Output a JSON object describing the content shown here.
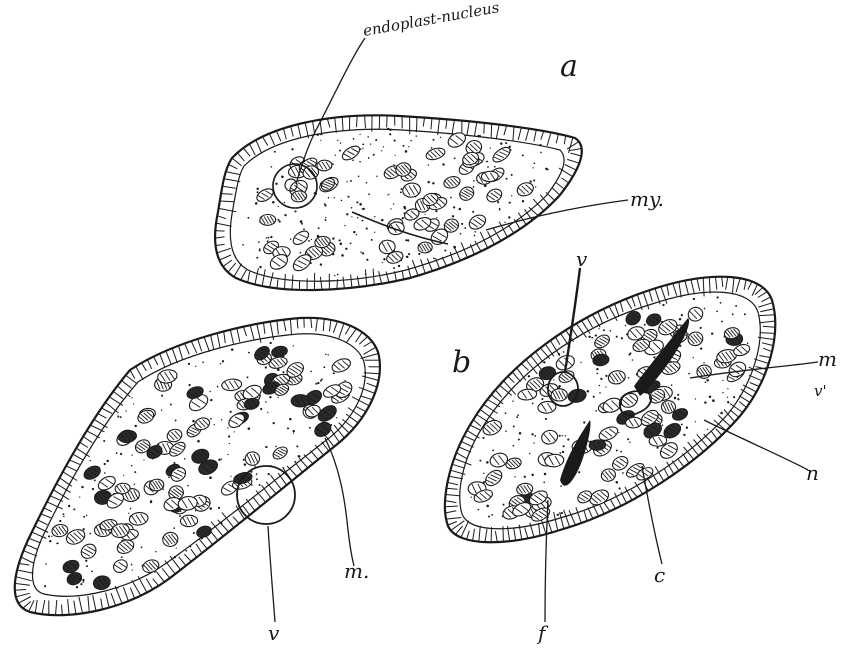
{
  "figure": {
    "labels": {
      "top_cell_letter": "a",
      "bottom_group_letter": "b",
      "nucleus_label": "endoplast-nucleus",
      "my": "my.",
      "m_left": "m.",
      "v_left": "v",
      "v_right": "v",
      "m_right": "m",
      "v_prime": "v'",
      "n": "n",
      "c": "c",
      "f": "f"
    },
    "colors": {
      "ink": "#1a1a1a",
      "paper": "#ffffff"
    }
  }
}
